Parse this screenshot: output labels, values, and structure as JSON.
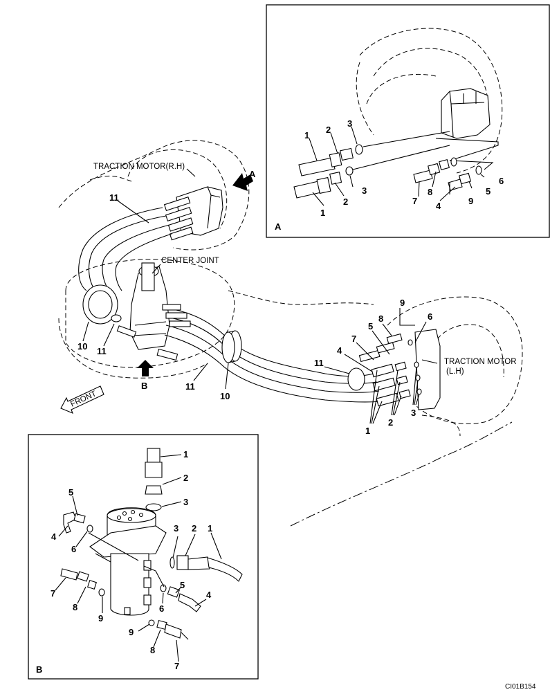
{
  "labels": {
    "traction_motor_rh": "TRACTION MOTOR(R.H)",
    "center_joint": "CENTER JOINT",
    "traction_motor_lh_1": "TRACTION MOTOR",
    "traction_motor_lh_2": "(L.H)",
    "front": "FRONT",
    "arrow_a": "A",
    "arrow_b": "B",
    "box_a": "A",
    "box_b": "B",
    "drawing_code": "CI01B154"
  },
  "callouts": {
    "main": [
      {
        "n": "11"
      },
      {
        "n": "10"
      },
      {
        "n": "11"
      },
      {
        "n": "11"
      },
      {
        "n": "10"
      },
      {
        "n": "9"
      },
      {
        "n": "8"
      },
      {
        "n": "6"
      },
      {
        "n": "5"
      },
      {
        "n": "7"
      },
      {
        "n": "4"
      },
      {
        "n": "11"
      },
      {
        "n": "1"
      },
      {
        "n": "2"
      },
      {
        "n": "3"
      }
    ],
    "detail_a": [
      {
        "n": "1"
      },
      {
        "n": "2"
      },
      {
        "n": "3"
      },
      {
        "n": "3"
      },
      {
        "n": "2"
      },
      {
        "n": "1"
      },
      {
        "n": "6"
      },
      {
        "n": "5"
      },
      {
        "n": "9"
      },
      {
        "n": "8"
      },
      {
        "n": "4"
      },
      {
        "n": "7"
      }
    ],
    "detail_b": [
      {
        "n": "1"
      },
      {
        "n": "2"
      },
      {
        "n": "3"
      },
      {
        "n": "5"
      },
      {
        "n": "4"
      },
      {
        "n": "6"
      },
      {
        "n": "3"
      },
      {
        "n": "2"
      },
      {
        "n": "1"
      },
      {
        "n": "7"
      },
      {
        "n": "8"
      },
      {
        "n": "9"
      },
      {
        "n": "5"
      },
      {
        "n": "6"
      },
      {
        "n": "4"
      },
      {
        "n": "9"
      },
      {
        "n": "8"
      },
      {
        "n": "7"
      }
    ]
  }
}
